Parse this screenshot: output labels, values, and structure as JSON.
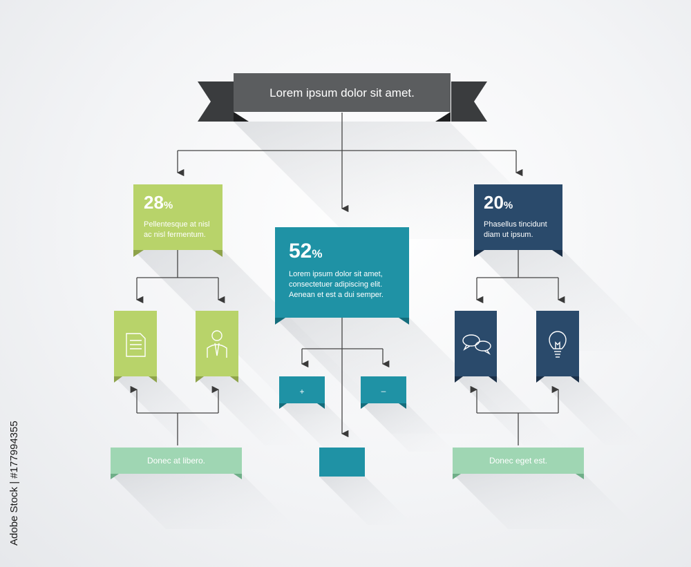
{
  "banner": {
    "title": "Lorem ipsum dolor sit amet."
  },
  "colors": {
    "green": "#b8d36a",
    "teal": "#1f92a5",
    "navy": "#2a4a6b",
    "mint": "#9fd6b3",
    "banner": "#5b5d5f",
    "banner_dark": "#3a3c3e",
    "line": "#444444"
  },
  "left_box": {
    "percent": "28",
    "percent_symbol": "%",
    "text_line1": "Pellentesque at nisl",
    "text_line2": "ac nisl fermentum."
  },
  "center_box": {
    "percent": "52",
    "percent_symbol": "%",
    "text_line1": "Lorem ipsum dolor sit amet,",
    "text_line2": "consectetuer adipiscing elit.",
    "text_line3": "Aenean et est a dui semper."
  },
  "right_box": {
    "percent": "20",
    "percent_symbol": "%",
    "text_line1": "Phasellus tincidunt",
    "text_line2": "diam ut ipsum."
  },
  "left_children": {
    "icon1": "document-icon",
    "icon2": "person-icon"
  },
  "center_children": {
    "plus_label": "+",
    "minus_label": "–"
  },
  "right_children": {
    "icon1": "speech-bubbles-icon",
    "icon2": "lightbulb-icon"
  },
  "bottom_left": {
    "label": "Donec at libero."
  },
  "bottom_right": {
    "label": "Donec eget est."
  },
  "side_text": "Adobe Stock | #177994355"
}
